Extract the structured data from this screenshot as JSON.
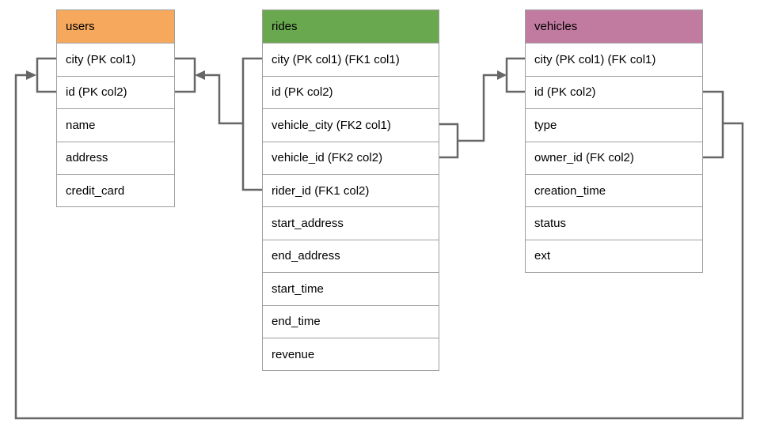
{
  "diagram": {
    "type": "entity-relationship-diagram",
    "background_color": "#ffffff",
    "connector_color": "#666666",
    "table_border_color": "#9e9e9e",
    "text_color": "#000000",
    "tables": [
      {
        "title": "users",
        "header_color": "#F6A85C",
        "rows": [
          "city (PK col1)",
          "id (PK col2)",
          "name",
          "address",
          "credit_card"
        ]
      },
      {
        "title": "rides",
        "header_color": "#6AA84F",
        "rows": [
          "city (PK col1) (FK1 col1)",
          "id (PK col2)",
          "vehicle_city (FK2 col1)",
          "vehicle_id (FK2 col2)",
          "rider_id (FK1 col2)",
          "start_address",
          "end_address",
          "start_time",
          "end_time",
          "revenue"
        ]
      },
      {
        "title": "vehicles",
        "header_color": "#C27BA0",
        "rows": [
          "city (PK col1) (FK col1)",
          "id (PK col2)",
          "type",
          "owner_id (FK col2)",
          "creation_time",
          "status",
          "ext"
        ]
      }
    ],
    "relationships": [
      {
        "name": "rides-to-users",
        "description": "rides (city, rider_id) FK1 references users (city, id)"
      },
      {
        "name": "rides-to-vehicles",
        "description": "rides (vehicle_city, vehicle_id) FK2 references vehicles (city, id)"
      },
      {
        "name": "vehicles-to-users",
        "description": "vehicles (city, owner_id) FK references users (city, id)"
      }
    ]
  }
}
